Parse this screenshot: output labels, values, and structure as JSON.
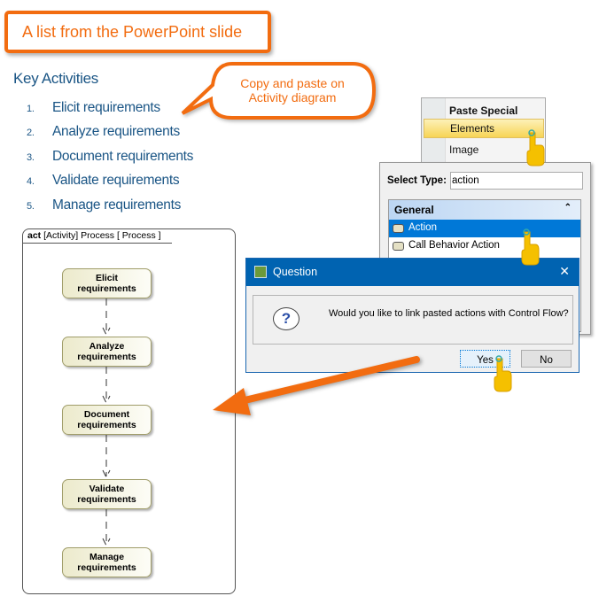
{
  "title_box": "A list from the PowerPoint slide",
  "slide": {
    "heading": "Key Activities",
    "items": [
      {
        "n": "1.",
        "label": "Elicit requirements"
      },
      {
        "n": "2.",
        "label": "Analyze requirements"
      },
      {
        "n": "3.",
        "label": "Document requirements"
      },
      {
        "n": "4.",
        "label": "Validate requirements"
      },
      {
        "n": "5.",
        "label": "Manage requirements"
      }
    ]
  },
  "callout": {
    "line1": "Copy and paste on",
    "line2": "Activity diagram"
  },
  "paste_menu": {
    "header": "Paste Special",
    "items": [
      "Elements",
      "Image"
    ]
  },
  "select_panel": {
    "label": "Select Type:",
    "value": "action",
    "group": "General",
    "items": [
      "Action",
      "Call Behavior Action"
    ]
  },
  "dialog": {
    "title": "Question",
    "message": "Would you like to link pasted actions with Control Flow?",
    "yes": "Yes",
    "no": "No",
    "close": "✕",
    "help_glyph": "?"
  },
  "diagram": {
    "tab_kw": "act",
    "tab_rest": "[Activity] Process [ Process ]",
    "nodes": [
      [
        "Elicit",
        "requirements"
      ],
      [
        "Analyze",
        "requirements"
      ],
      [
        "Document",
        "requirements"
      ],
      [
        "Validate",
        "requirements"
      ],
      [
        "Manage",
        "requirements"
      ]
    ]
  },
  "colors": {
    "accent": "#f26c10",
    "slide_text": "#1a5585",
    "selection": "#0078d7",
    "dialog_bar": "#0063b1",
    "cursor": "#f5c000"
  }
}
